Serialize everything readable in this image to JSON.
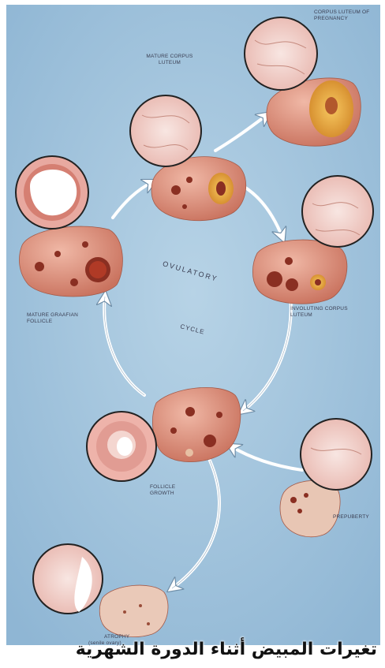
{
  "labels": {
    "corpus_luteum_pregnancy": "CORPUS LUTEUM OF PREGNANCY",
    "mature_corpus_luteum": "MATURE CORPUS LUTEUM",
    "mature_graafian_follicle": "MATURE GRAAFIAN FOLLICLE",
    "ovulatory": "OVULATORY",
    "cycle": "CYCLE",
    "involuting_corpus_luteum": "INVOLUTING CORPUS LUTEUM",
    "follicle_growth": "FOLLICLE GROWTH",
    "prepuberty": "PREPUBERTY",
    "atrophy": "ATROPHY",
    "senile_ovary": "(senile ovary)"
  },
  "caption": "تغيرات المبيض أثناء الدورة الشهرية",
  "colors": {
    "background": "#9fc3dc",
    "ovary_tissue": "#d98e7a",
    "follicle_dark": "#8a2f22",
    "corpus_luteum_yellow": "#e0a23a",
    "magnifier_fill": "#f4dcd8",
    "arrow": "#ffffff"
  }
}
